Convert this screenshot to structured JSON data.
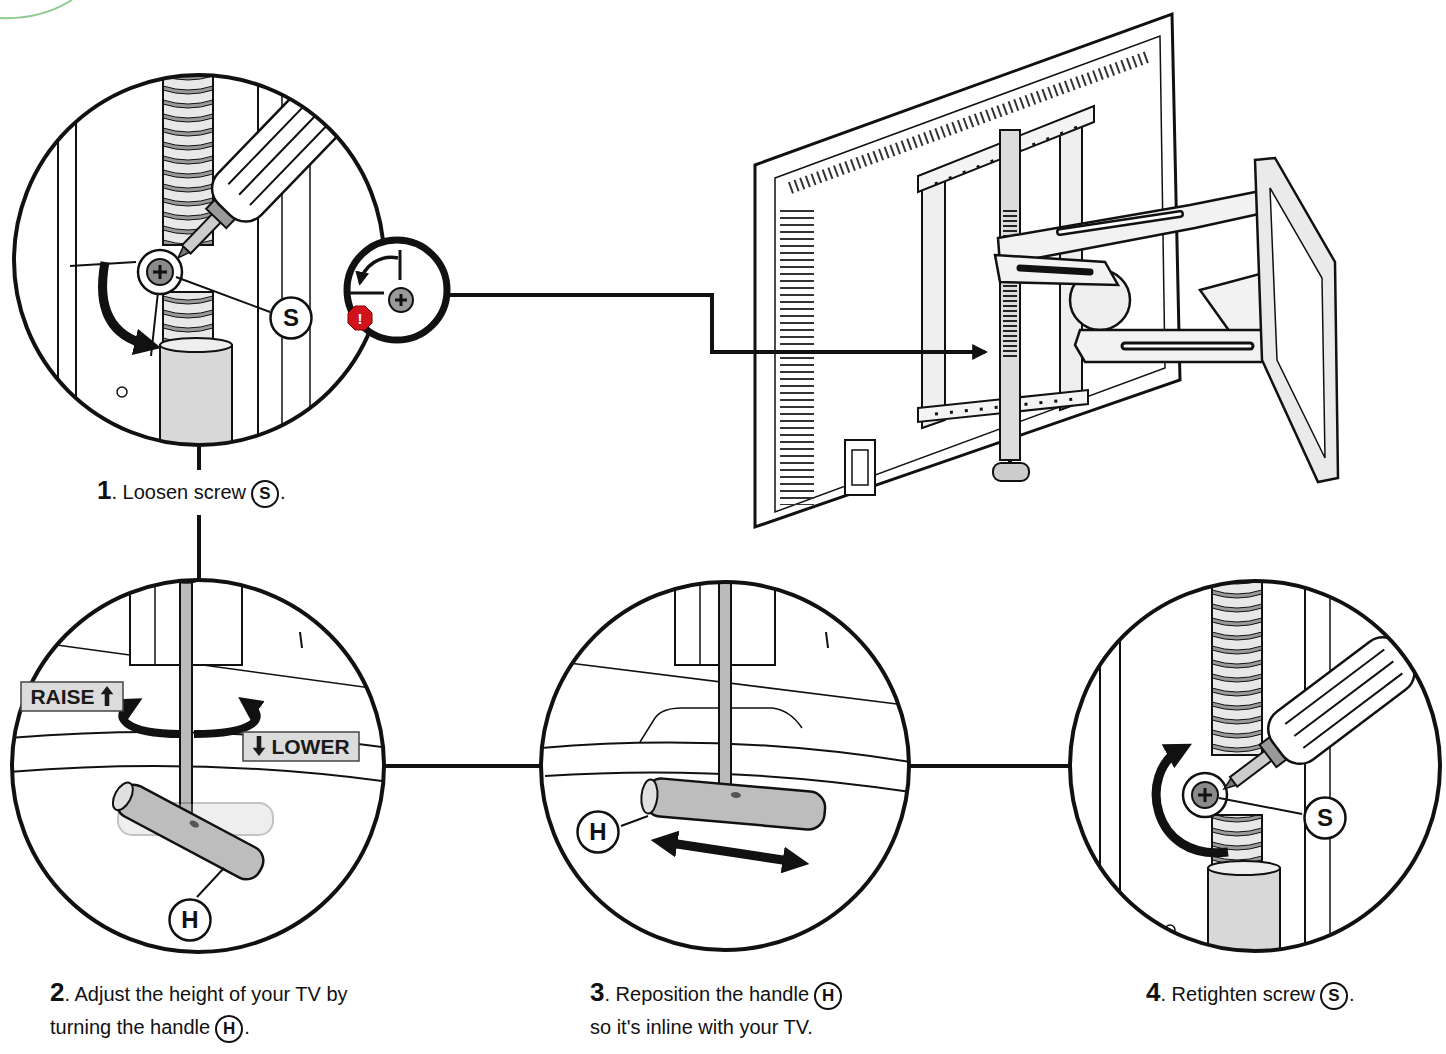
{
  "diagram": {
    "nodes": [
      {
        "text": [
          "S"
        ]
      },
      {
        "text": [
          "RAISE"
        ]
      },
      {
        "text": [
          "LOWER"
        ]
      },
      {
        "text": [
          "H"
        ]
      },
      {
        "text": [
          "H"
        ]
      },
      {
        "text": [
          "S"
        ]
      }
    ],
    "labels": [
      "!",
      "1",
      ". Loosen screw",
      "S",
      ".",
      "2",
      ". Adjust the height of your TV by turning the handle",
      "H",
      ".",
      "3",
      ". Reposition the handle",
      "H",
      "so it's inline with your TV.",
      "4",
      ". Retighten screw",
      "S",
      "."
    ]
  }
}
